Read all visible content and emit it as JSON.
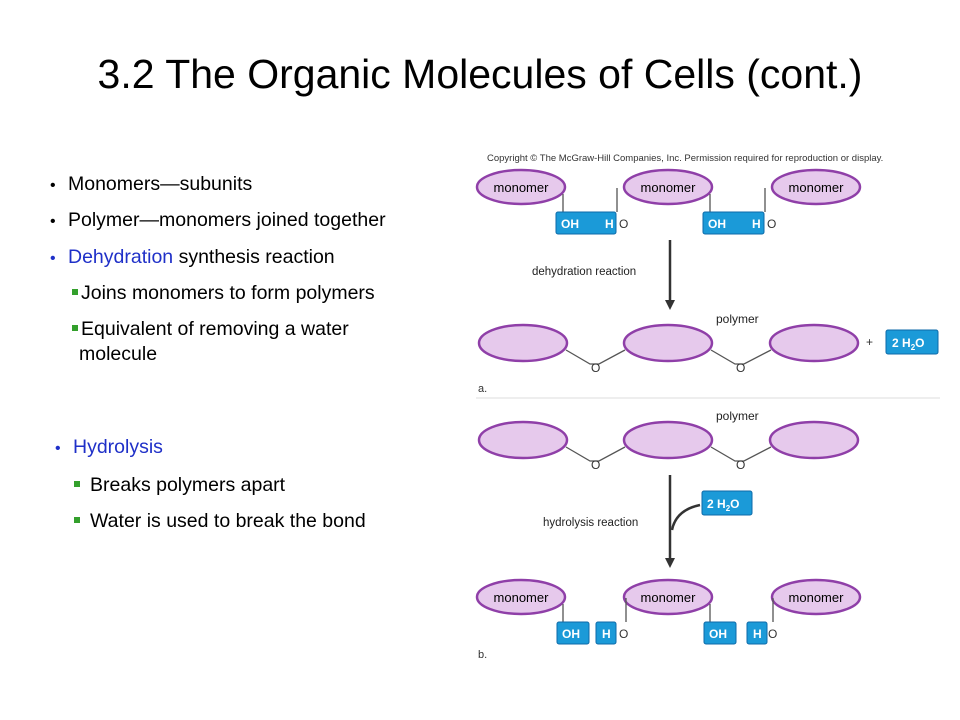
{
  "slide": {
    "title": "3.2  The Organic Molecules of Cells (cont.)",
    "bullets": {
      "monomers": "Monomers—subunits",
      "polymer": "Polymer—monomers joined together",
      "dehydration_term": "Dehydration",
      "dehydration_rest": " synthesis reaction",
      "sub1": "Joins monomers to form polymers",
      "sub2_line1": "Equivalent of removing a water",
      "sub2_line2": "molecule",
      "hydrolysis": "Hydrolysis",
      "hsub1": "Breaks polymers apart",
      "hsub2": "Water is used to break the bond"
    }
  },
  "figure": {
    "copyright": "Copyright © The McGraw-Hill Companies, Inc. Permission required for reproduction or display.",
    "monomer_label": "monomer",
    "oh": "OH",
    "h": "H",
    "o": "O",
    "dehydration_label": "dehydration reaction",
    "polymer_label": "polymer",
    "plus": "+",
    "water_label": "2 H",
    "water_sub": "2",
    "water_o": "O",
    "panel_a": "a.",
    "hydrolysis_label": "hydrolysis reaction",
    "panel_b": "b.",
    "colors": {
      "ellipse_fill": "#e6c9ec",
      "ellipse_stroke": "#8f3fa8",
      "box_fill": "#1b9ad8",
      "box_stroke": "#0e6aa8"
    }
  }
}
